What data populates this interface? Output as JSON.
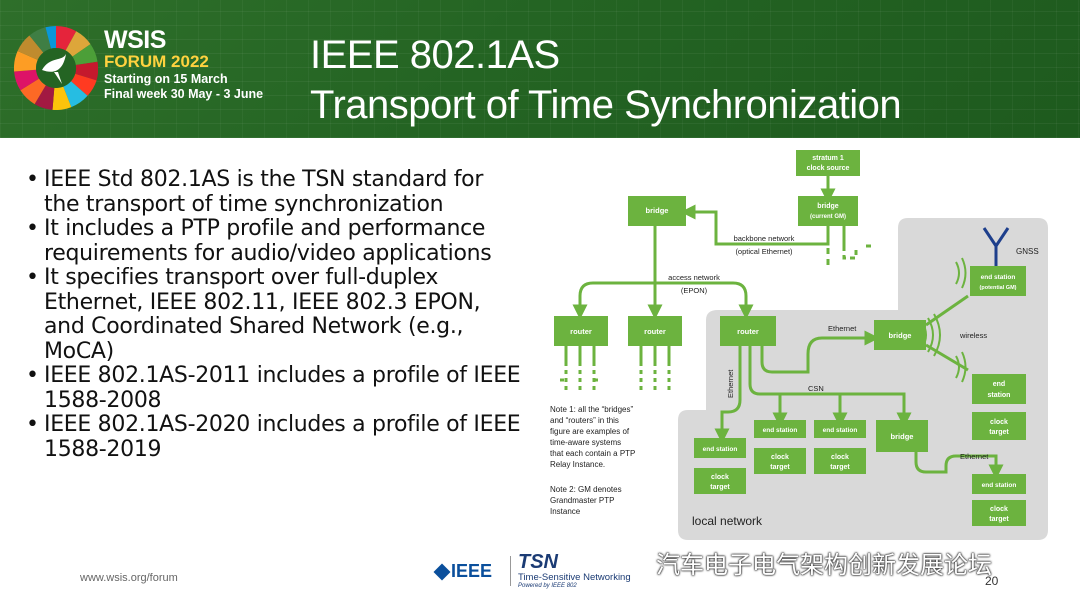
{
  "header": {
    "forum_title": "WSIS",
    "forum_subtitle": "FORUM 2022",
    "forum_date1": "Starting on 15 March",
    "forum_date2": "Final week 30 May - 3 June",
    "title_line1": "IEEE 802.1AS",
    "title_line2": "Transport of Time Synchronization",
    "colors": {
      "header_green": "#246423",
      "diagram_green": "#6cb33f",
      "subtitle_yellow": "#ffd23f"
    }
  },
  "bullets": [
    "IEEE Std 802.1AS is the TSN standard for the transport of time synchronization",
    "It includes a PTP profile and performance requirements for audio/video applications",
    "It specifies transport over full-duplex Ethernet, IEEE 802.11, IEEE 802.3 EPON, and Coordinated Shared Network (e.g., MoCA)",
    "IEEE 802.1AS-2011 includes a profile of IEEE 1588-2008",
    "IEEE 802.1AS-2020 includes a profile of IEEE 1588-2019"
  ],
  "diagram": {
    "stratum_l1": "stratum 1",
    "stratum_l2": "clock source",
    "bridge": "bridge",
    "current_gm": "(current GM)",
    "backbone_l1": "backbone network",
    "backbone_l2": "(optical Ethernet)",
    "access_l1": "access network",
    "access_l2": "(EPON)",
    "router": "router",
    "ethernet": "Ethernet",
    "wireless": "wireless",
    "gnss": "GNSS",
    "end_station": "end station",
    "potential_gm": "(potential GM)",
    "end_l1": "end",
    "station_l2": "station",
    "clock": "clock",
    "target": "target",
    "csn": "CSN",
    "local_network": "local network",
    "note1": [
      "Note 1: all the “bridges”",
      "and “routers” in this",
      "figure are examples of",
      "time-aware systems",
      "that each contain a PTP",
      "Relay Instance."
    ],
    "note2": [
      "Note 2: GM denotes",
      "Grandmaster PTP",
      "Instance"
    ]
  },
  "footer": {
    "url": "www.wsis.org/forum",
    "ieee": "IEEE",
    "tsn_title": "TSN",
    "tsn_sub": "Time-Sensitive Networking",
    "tsn_sub2": "Powered by IEEE 802",
    "wechat_text": "汽车电子电气架构创新发展论坛",
    "page_number": "20"
  }
}
